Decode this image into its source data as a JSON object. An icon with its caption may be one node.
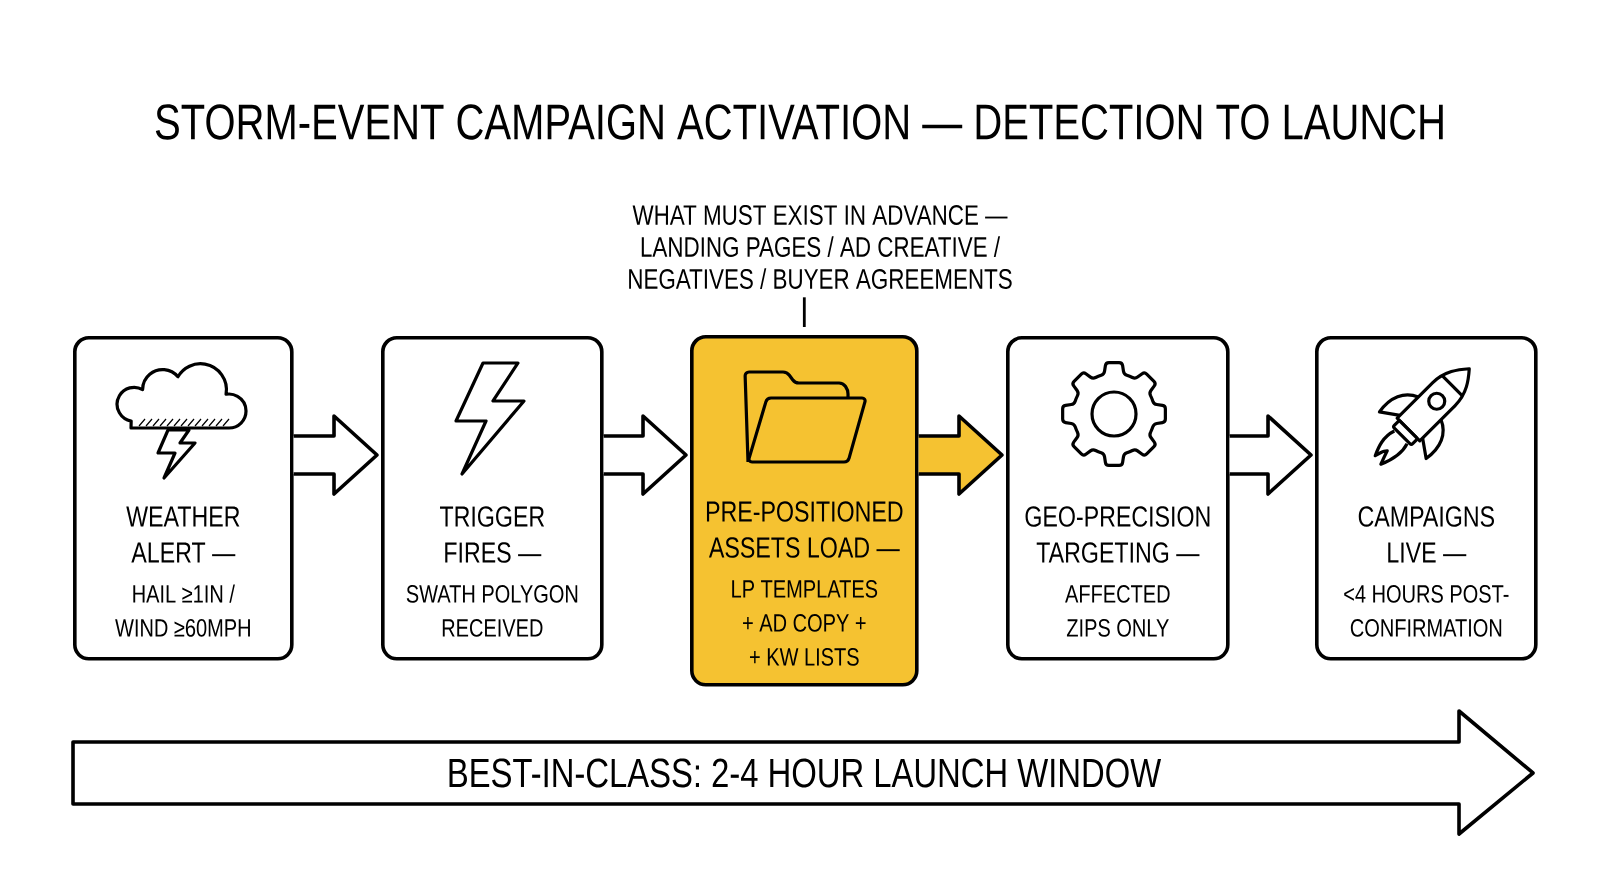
{
  "diagram": {
    "title": "STORM-EVENT CAMPAIGN ACTIVATION — DETECTION TO LAUNCH",
    "nodes": [
      {
        "text": [
          "WHAT MUST EXIST IN ADVANCE — LANDING PAGES / AD CREATIVE / NEGATIVES / BUYER AGREEMENTS"
        ]
      },
      {
        "text": [
          "WEATHER ALERT —",
          "HAIL ≥1IN / WIND ≥60MPH"
        ]
      },
      {
        "text": [
          "TRIGGER FIRES —",
          "SWATH POLYGON RECEIVED"
        ]
      },
      {
        "text": [
          "PRE-POSITIONED ASSETS LOAD —",
          "LP TEMPLATES + AD COPY + + KW LISTS"
        ]
      },
      {
        "text": [
          "GEO-PRECISION TARGETING —",
          "AFFECTED ZIPS ONLY"
        ]
      },
      {
        "text": [
          "CAMPAIGNS LIVE —",
          "<4 HOURS POST-CONFIRMATION"
        ]
      },
      {
        "text": [
          "BEST-IN-CLASS: 2-4 HOUR LAUNCH WINDOW"
        ]
      }
    ],
    "edges": [
      {
        "from": 1,
        "to": 2,
        "arrow": "to"
      },
      {
        "from": 2,
        "to": 3,
        "arrow": "to"
      },
      {
        "from": 3,
        "to": 4,
        "arrow": "to",
        "color": "#f5c231"
      },
      {
        "from": 4,
        "to": 5,
        "arrow": "to"
      },
      {
        "from": 0,
        "to": 3,
        "arrow": "none"
      }
    ]
  }
}
